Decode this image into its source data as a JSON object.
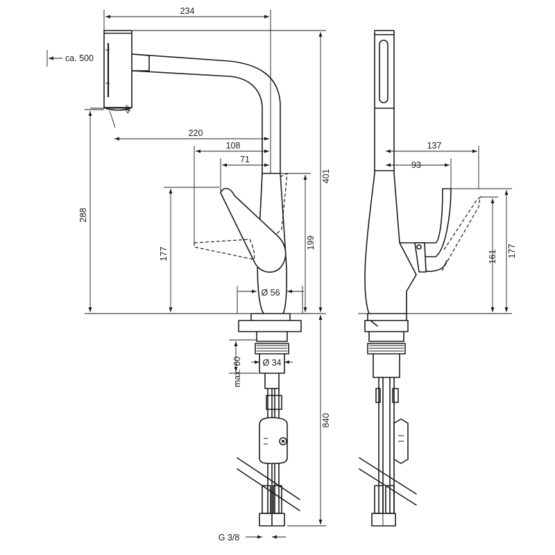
{
  "dimensions": {
    "width_234": "234",
    "pullout_500": "ca. 500",
    "angle_4": "4°",
    "reach_220": "220",
    "reach_108": "108",
    "reach_71": "71",
    "height_288": "288",
    "height_177_left": "177",
    "height_199": "199",
    "height_401": "401",
    "diam_56": "Ø 56",
    "max_60": "max. 60",
    "diam_34": "Ø 34",
    "length_840": "840",
    "thread_g38": "G 3/8",
    "side_137": "137",
    "side_93": "93",
    "side_161": "161",
    "side_177_right": "177"
  }
}
